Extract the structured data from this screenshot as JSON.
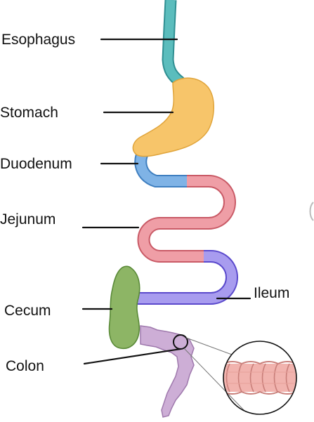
{
  "labels": {
    "esophagus": "Esophagus",
    "stomach": "Stomach",
    "duodenum": "Duodenum",
    "jejunum": "Jejunum",
    "cecum": "Cecum",
    "colon": "Colon",
    "ileum": "Ileum"
  },
  "colors": {
    "esophagus": "#5bbdbd",
    "esophagus_edge": "#2f8f92",
    "stomach": "#f7c56a",
    "stomach_edge": "#e0a43a",
    "duodenum": "#7fb3e6",
    "duodenum_edge": "#3f7fc0",
    "jejunum": "#ef9ea6",
    "jejunum_edge": "#c95a66",
    "ileum": "#a89cef",
    "ileum_edge": "#5a49cc",
    "cecum": "#8db565",
    "cecum_edge": "#5a8a38",
    "colon": "#cdaed6",
    "colon_edge": "#9f79ad",
    "magnified_wall": "#f1b3ae"
  }
}
